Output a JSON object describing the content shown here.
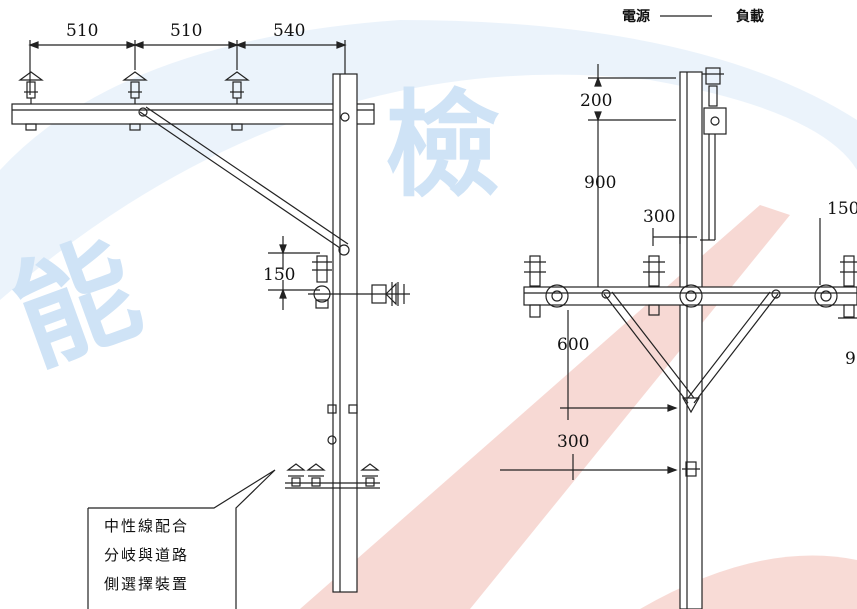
{
  "watermark": {
    "char_1": "能",
    "char_2": "檢",
    "colors": {
      "blue": "#d3e6f7",
      "red": "#f6d2cc"
    }
  },
  "left_view": {
    "dimensions": {
      "span_1": "510",
      "span_2": "510",
      "span_3": "540",
      "vertical_gap": "150"
    },
    "callout_lines": [
      "中性線配合",
      "分岐與道路",
      "側選擇裝置"
    ]
  },
  "right_view": {
    "header": {
      "source": "電源",
      "load": "負載"
    },
    "dimensions": {
      "top": "200",
      "upper": "900",
      "offset": "300",
      "middle": "600",
      "lower": "300",
      "edge_top": "150",
      "edge_bottom": "9"
    }
  }
}
